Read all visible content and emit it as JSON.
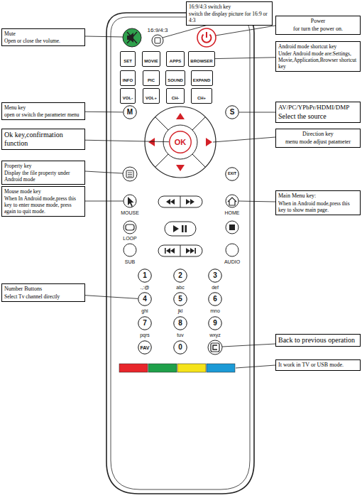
{
  "diagram": {
    "nodes": [
      {
        "text": [
          "16:9/4:3 switch key",
          "switch the display picture for 16:9 or 4:3"
        ]
      },
      {
        "text": [
          "Mute",
          "Open or close the volume."
        ]
      },
      {
        "text": [
          "Power",
          "for turn the power on."
        ]
      },
      {
        "text": [
          "Android mode shortcut key",
          "Under Android mode are:Settings, Movie,Application,Browser shortcut key"
        ]
      },
      {
        "text": [
          "SET"
        ]
      },
      {
        "text": [
          "MOVIE"
        ]
      },
      {
        "text": [
          "APPS"
        ]
      },
      {
        "text": [
          "BROWSER"
        ]
      },
      {
        "text": [
          "INFO"
        ]
      },
      {
        "text": [
          "PIC"
        ]
      },
      {
        "text": [
          "SOUND"
        ]
      },
      {
        "text": [
          "EXPAND"
        ]
      },
      {
        "text": [
          "VOL-"
        ]
      },
      {
        "text": [
          "VOL+"
        ]
      },
      {
        "text": [
          "CH-"
        ]
      },
      {
        "text": [
          "CH+"
        ]
      },
      {
        "text": [
          "Menu key",
          "open or switch the parameter menu"
        ]
      },
      {
        "text": [
          "M"
        ]
      },
      {
        "text": [
          "S"
        ]
      },
      {
        "text": [
          "AV/PC/YPbPr/HDMI/DMP",
          "Select the source"
        ]
      },
      {
        "text": [
          "Ok key,confirmation function"
        ]
      },
      {
        "text": [
          "OK"
        ]
      },
      {
        "text": [
          "Direction key",
          "menu mode adjust patameter"
        ]
      },
      {
        "text": [
          "Property key",
          "Display the file property under Android mode"
        ]
      },
      {
        "text": [
          "EXIT"
        ]
      },
      {
        "text": [
          "Mouse mode key",
          "When In Android mode,press this key to enter mouse mode, press again to quit mode."
        ]
      },
      {
        "text": [
          "Main Menu key:",
          "When in Android mode,press this key to show main page."
        ]
      },
      {
        "text": [
          "Number Buttons",
          "Select Tv channel directly"
        ]
      },
      {
        "text": [
          "1"
        ]
      },
      {
        "text": [
          "2"
        ]
      },
      {
        "text": [
          "3"
        ]
      },
      {
        "text": [
          "4"
        ]
      },
      {
        "text": [
          "5"
        ]
      },
      {
        "text": [
          "6"
        ]
      },
      {
        "text": [
          "7"
        ]
      },
      {
        "text": [
          "8"
        ]
      },
      {
        "text": [
          "9"
        ]
      },
      {
        "text": [
          "FAV"
        ]
      },
      {
        "text": [
          "0"
        ]
      },
      {
        "text": [
          "Back to previous operation"
        ]
      },
      {
        "text": [
          "It work in TV or USB mode."
        ]
      }
    ],
    "edges": [
      {
        "from": 3,
        "to": 7,
        "arrow": "none"
      },
      {
        "from": 16,
        "to": 17,
        "arrow": "none"
      },
      {
        "from": 19,
        "to": 18,
        "arrow": "none"
      },
      {
        "from": 20,
        "to": 21,
        "arrow": "none"
      },
      {
        "from": 27,
        "to": 31,
        "arrow": "none"
      }
    ],
    "labels": [
      "16:9/4:3",
      "MOUSE",
      "HOME",
      "LOOP",
      "SUB",
      "AUDIO",
      ".,:@",
      "abc",
      "def",
      "ghi",
      "jkl",
      "mno",
      "pqrs",
      "tuv",
      "wxyz"
    ]
  }
}
